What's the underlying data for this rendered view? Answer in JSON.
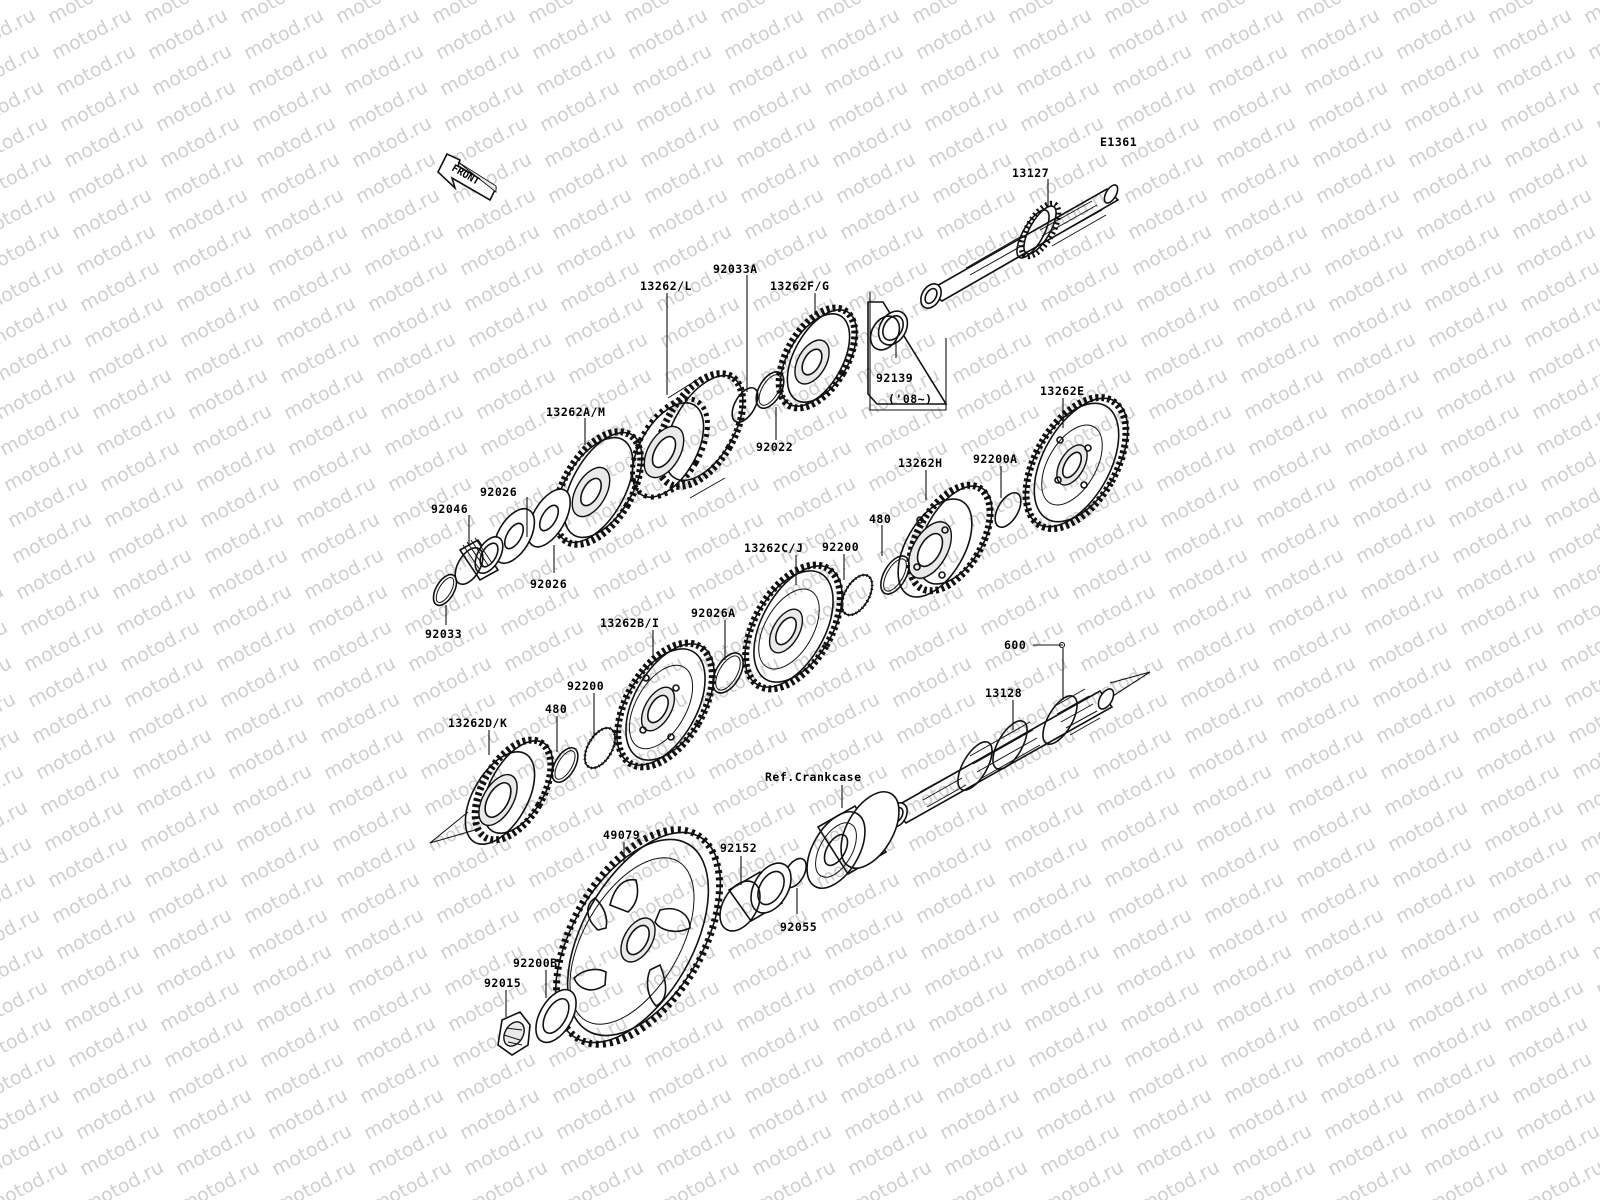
{
  "diagram": {
    "code": "E1361",
    "front_label": "FRONT",
    "watermark": "motod.ru",
    "parts": [
      {
        "id": "13127"
      },
      {
        "id": "13262F/G"
      },
      {
        "id": "92139"
      },
      {
        "id": "('08~)"
      },
      {
        "id": "92033A"
      },
      {
        "id": "13262/L"
      },
      {
        "id": "92022"
      },
      {
        "id": "13262A/M"
      },
      {
        "id": "92026"
      },
      {
        "id": "92046"
      },
      {
        "id": "92026"
      },
      {
        "id": "92033"
      },
      {
        "id": "13262E"
      },
      {
        "id": "92200A"
      },
      {
        "id": "13262H"
      },
      {
        "id": "480"
      },
      {
        "id": "92200"
      },
      {
        "id": "13262C/J"
      },
      {
        "id": "92026A"
      },
      {
        "id": "13262B/I"
      },
      {
        "id": "92200"
      },
      {
        "id": "480"
      },
      {
        "id": "13262D/K"
      },
      {
        "id": "600"
      },
      {
        "id": "13128"
      },
      {
        "id": "Ref.Crankcase"
      },
      {
        "id": "92152"
      },
      {
        "id": "49079"
      },
      {
        "id": "92055"
      },
      {
        "id": "92200B"
      },
      {
        "id": "92015"
      }
    ]
  }
}
